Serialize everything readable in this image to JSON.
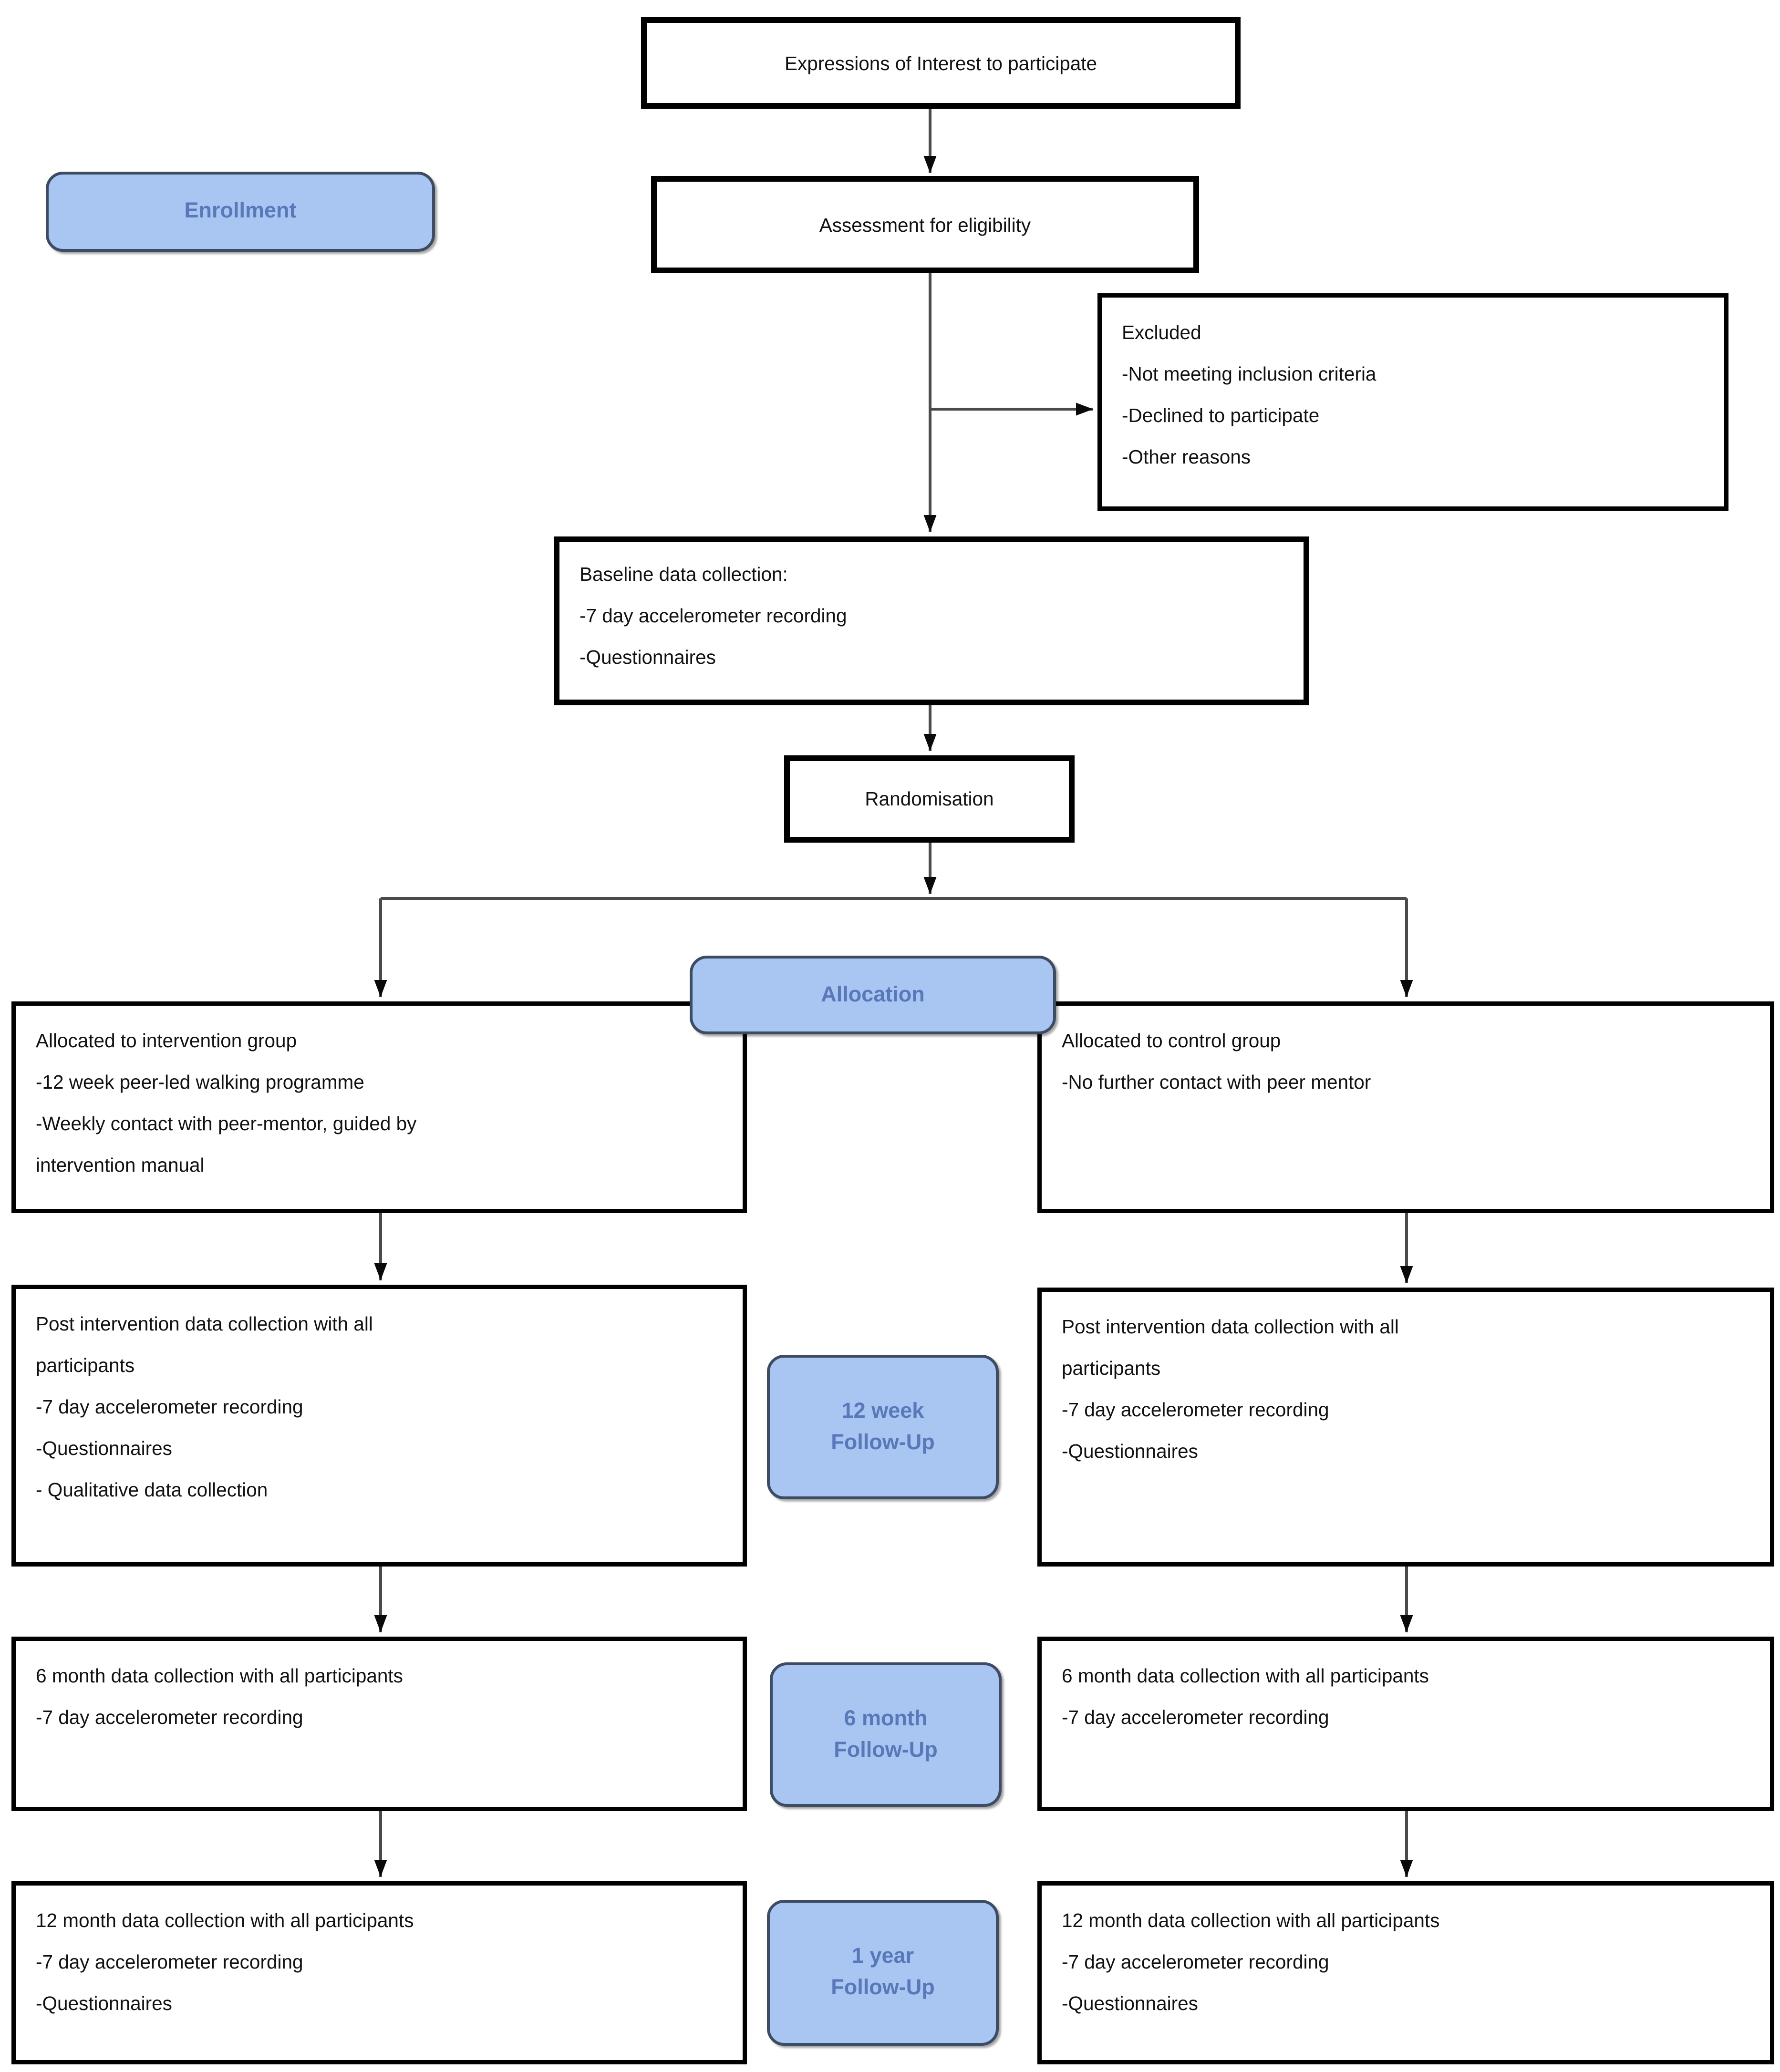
{
  "flowchart": {
    "phase_labels": {
      "enrollment": "Enrollment",
      "allocation": "Allocation",
      "followup_12week": [
        "12 week",
        "Follow-Up"
      ],
      "followup_6month": [
        "6 month",
        "Follow-Up"
      ],
      "followup_1year": [
        "1 year",
        "Follow-Up"
      ]
    },
    "boxes": {
      "expressions_of_interest": "Expressions of Interest to participate",
      "assessment": "Assessment for eligibility",
      "excluded": [
        "Excluded",
        "-Not meeting inclusion criteria",
        "-Declined to participate",
        "-Other reasons"
      ],
      "baseline": [
        "Baseline data collection:",
        "-7 day accelerometer recording",
        "-Questionnaires"
      ],
      "randomisation": "Randomisation",
      "intervention_group": [
        "Allocated to intervention group",
        "-12 week peer-led walking programme",
        "-Weekly contact with peer-mentor, guided by",
        "intervention manual"
      ],
      "control_group": [
        "Allocated to control group",
        "-No further contact with peer mentor"
      ],
      "post_intervention_left": [
        "Post intervention data collection with all",
        "participants",
        "-7 day accelerometer recording",
        "-Questionnaires",
        "- Qualitative data collection"
      ],
      "post_intervention_right": [
        "Post intervention data collection with all",
        "participants",
        "-7 day accelerometer recording",
        "-Questionnaires"
      ],
      "six_month_left": [
        "6 month data collection with all participants",
        "-7 day accelerometer recording"
      ],
      "six_month_right": [
        "6 month data collection with all participants",
        "-7 day accelerometer recording"
      ],
      "twelve_month_left": [
        "12 month data collection with all participants",
        "-7 day accelerometer recording",
        "-Questionnaires"
      ],
      "twelve_month_right": [
        "12 month data collection with all participants",
        "-7 day accelerometer recording",
        "-Questionnaires"
      ]
    },
    "colors": {
      "label_fill": "#a9c5f1",
      "label_text": "#5878ba",
      "label_border": "#3e4c63",
      "box_border": "#000000",
      "arrow": "#4a4a4a"
    }
  }
}
